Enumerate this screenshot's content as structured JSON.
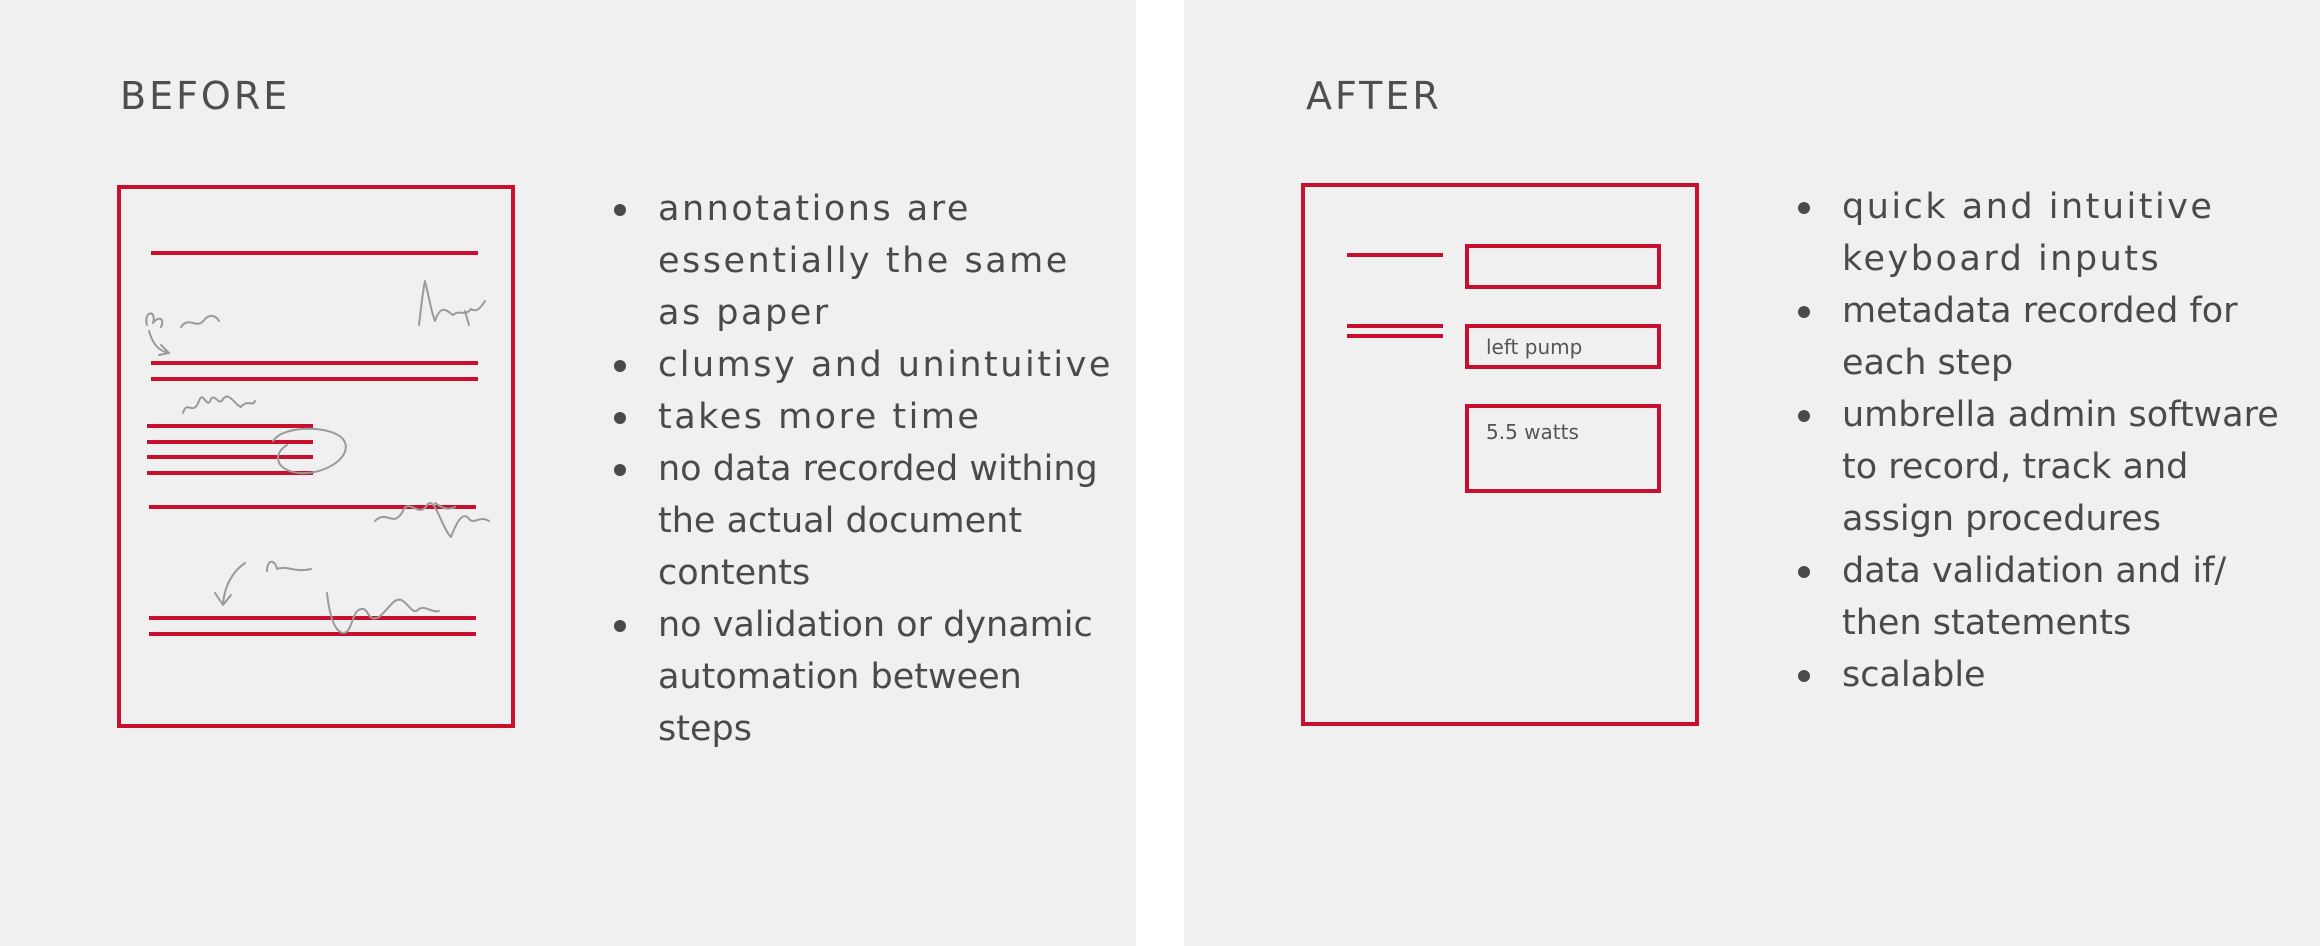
{
  "colors": {
    "panel_bg": "#f0f0f0",
    "accent_red": "#c8102e",
    "scribble_gray": "#9a9a9a",
    "text": "#4a4a4a"
  },
  "before": {
    "heading": "BEFORE",
    "points": [
      "annotations are essentially the same as paper",
      "clumsy and unintuitive",
      "takes more time",
      "no data recorded withing the actual document contents",
      "no validation or dynamic automation between steps"
    ]
  },
  "after": {
    "heading": "AFTER",
    "form_values": [
      "left pump",
      "5.5 watts"
    ],
    "points": [
      "quick and intuitive keyboard inputs",
      "metadata recorded for each step",
      "umbrella admin software to record, track and assign procedures",
      "data validation and if/ then statements",
      "scalable"
    ]
  }
}
